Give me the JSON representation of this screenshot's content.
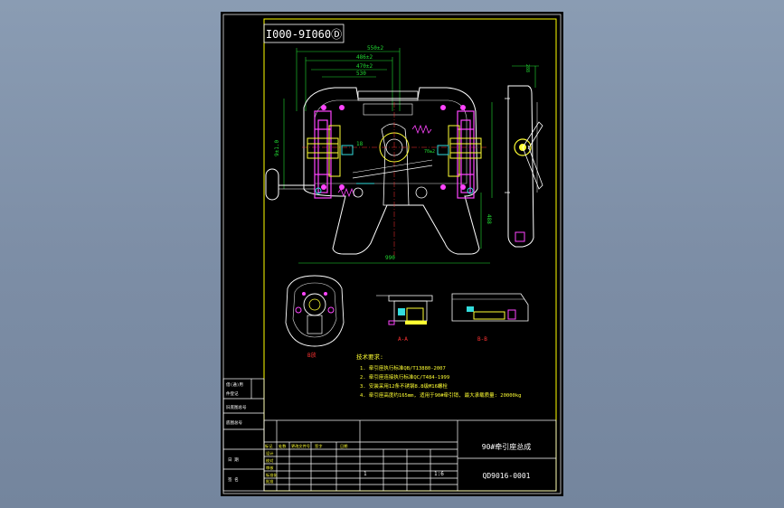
{
  "drawing": {
    "title_stamp": "I000-9I060Ⓓ",
    "dims": {
      "d1": "550±2",
      "d2": "486±2",
      "d3": "470±2",
      "d4": "530",
      "d5": "990",
      "d6": "18",
      "d7": "70±2",
      "d8": "288",
      "d9": "488",
      "d10": "9±1.0"
    },
    "section_labels": {
      "plan": "B放",
      "a": "A-A",
      "b": "B-B"
    },
    "notes": {
      "heading": "技术要求:",
      "items": [
        "1. 牵引座执行标准QB/T13880-2007",
        "2. 牵引座连接执行标准QC/T484-1999",
        "3. 安装采用12条不锈钢8.8级M16螺栓",
        "4. 牵引座高度约165mm, 适用于90#牵引销, 最大承载质量: 20000kg"
      ]
    },
    "title_block": {
      "name": "90#牵引座总成",
      "drawing_no": "QD9016-0001",
      "qty": "1",
      "scale": "1:6",
      "left_labels": [
        "借(通)用",
        "件登记",
        "旧底图总号",
        "底图总号",
        "日 期",
        "签 名"
      ],
      "rev_headers": [
        "标记",
        "处数",
        "更改文件号",
        "签字",
        "日期"
      ],
      "role_labels": [
        "设计",
        "校对",
        "审核",
        "标准化",
        "批准"
      ]
    },
    "colors": {
      "line": "#ffffff",
      "dim": "#22dd33",
      "frame": "#ffff00",
      "part_a": "#ff44ff",
      "part_b": "#ffff33",
      "part_c": "#33dddd",
      "hidden": "#ff3333"
    }
  }
}
